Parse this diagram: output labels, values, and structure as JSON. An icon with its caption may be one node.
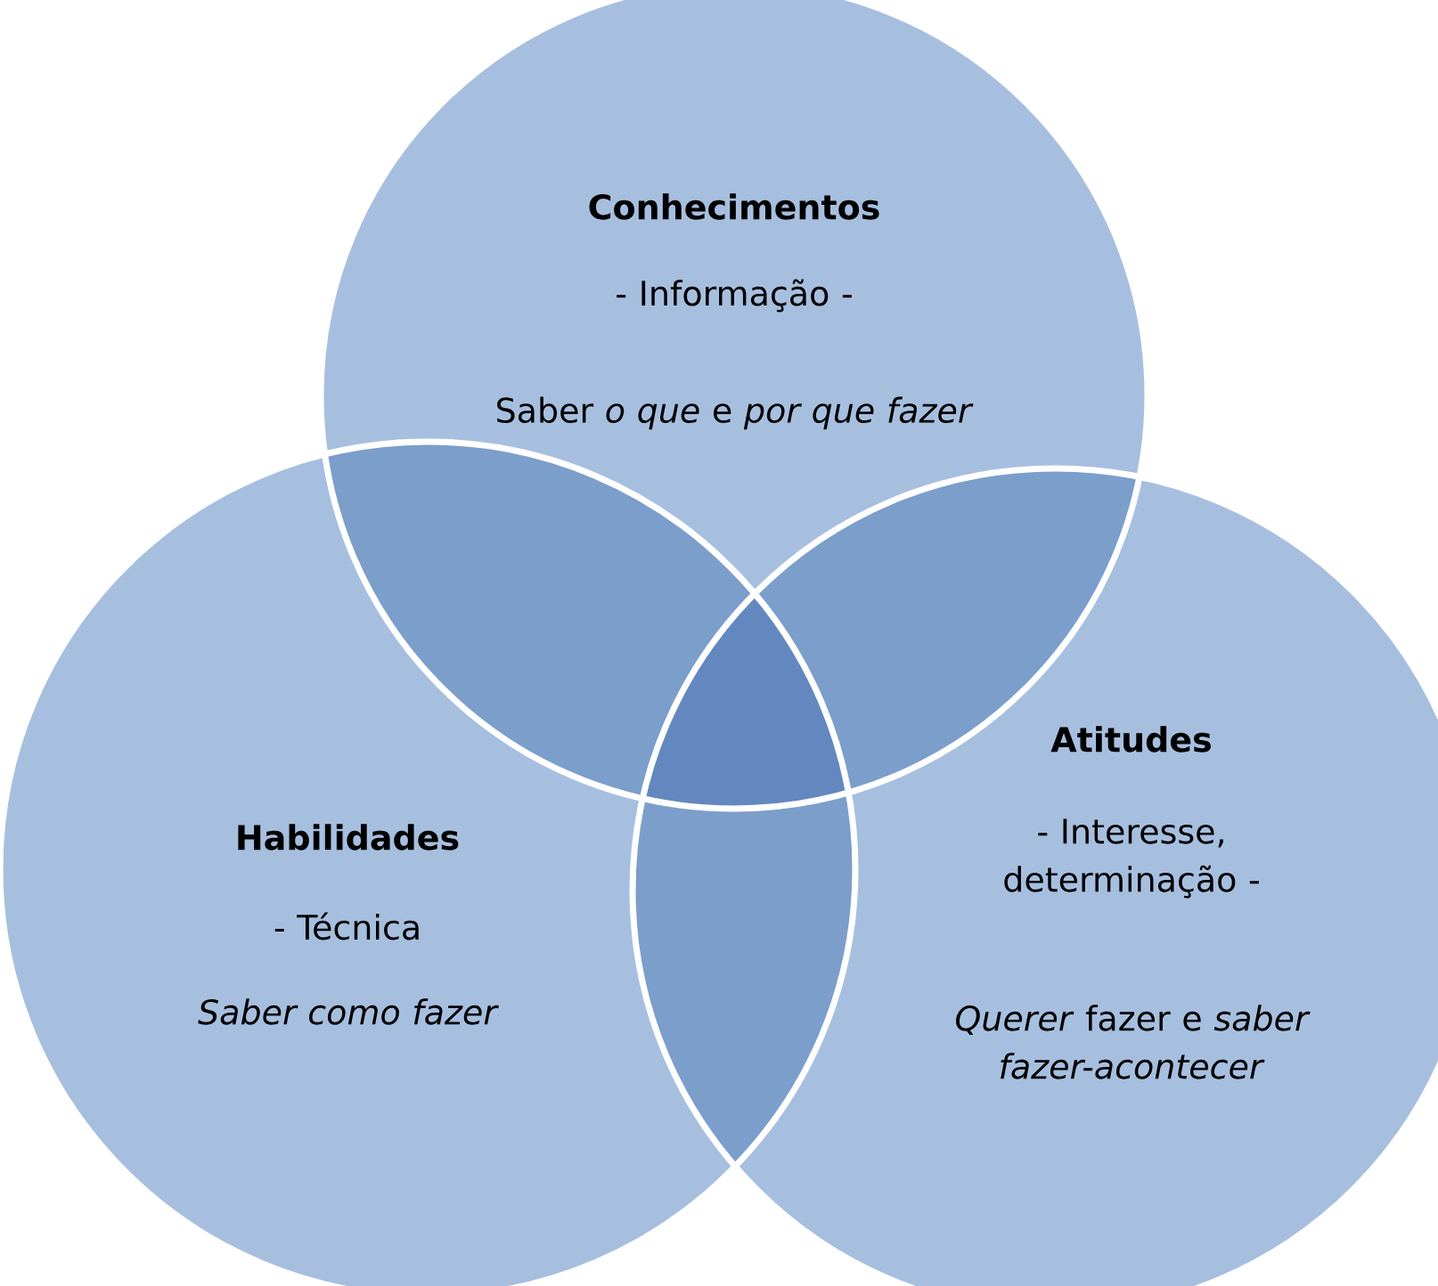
{
  "diagram": {
    "nodes": [
      {
        "text": [
          "Conhecimentos",
          "- Informação -",
          "Saber *o que* e *por que fazer*"
        ]
      },
      {
        "text": [
          "Habilidades",
          "- Técnica",
          "Saber como fazer"
        ]
      },
      {
        "text": [
          "Atitudes",
          "- Interesse, determinação -",
          "*Querer* fazer e *saber fazer-acontecer*"
        ]
      }
    ]
  }
}
